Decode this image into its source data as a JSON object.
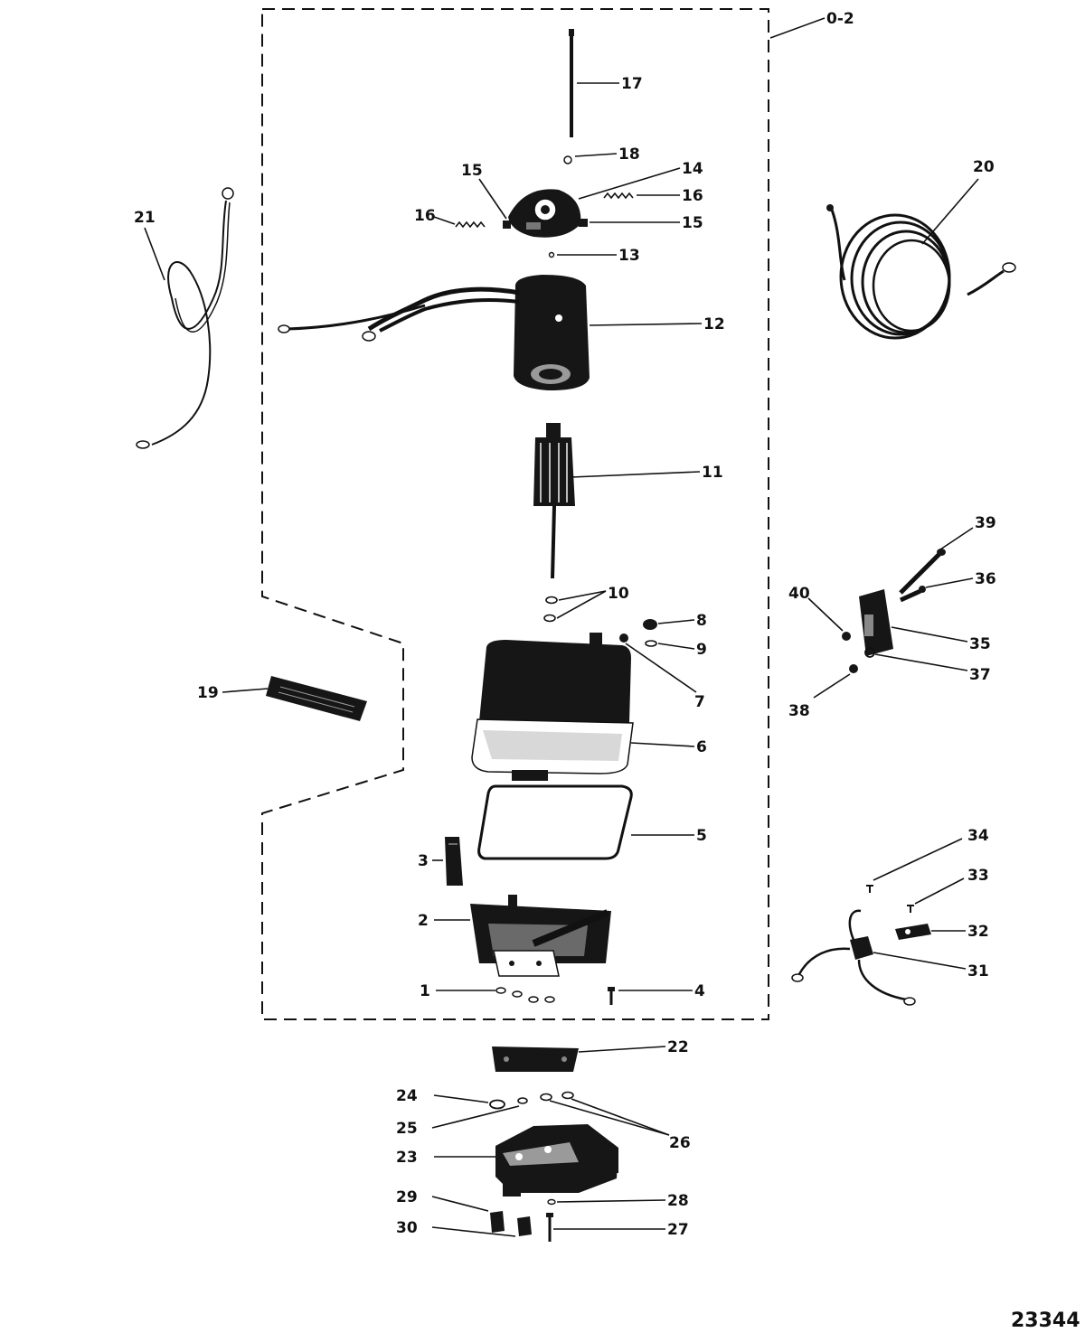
{
  "figure_number": "23344",
  "kit_label": "0-2",
  "callouts": {
    "c1": "1",
    "c2": "2",
    "c3": "3",
    "c4": "4",
    "c5": "5",
    "c6": "6",
    "c7": "7",
    "c8": "8",
    "c9": "9",
    "c10": "10",
    "c11": "11",
    "c12": "12",
    "c13": "13",
    "c14": "14",
    "c15a": "15",
    "c15b": "15",
    "c16a": "16",
    "c16b": "16",
    "c17": "17",
    "c18": "18",
    "c19": "19",
    "c20": "20",
    "c21": "21",
    "c22": "22",
    "c23": "23",
    "c24": "24",
    "c25": "25",
    "c26": "26",
    "c27": "27",
    "c28": "28",
    "c29": "29",
    "c30": "30",
    "c31": "31",
    "c32": "32",
    "c33": "33",
    "c34": "34",
    "c35": "35",
    "c36": "36",
    "c37": "37",
    "c38": "38",
    "c39": "39",
    "c40": "40"
  }
}
